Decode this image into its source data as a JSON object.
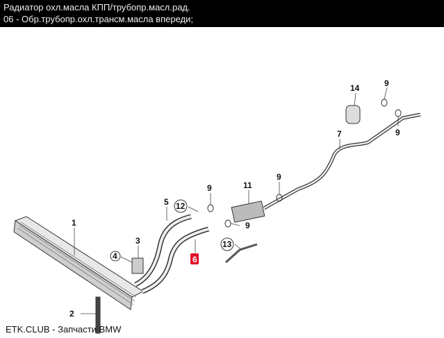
{
  "header": {
    "title": "Радиатор охл.масла КПП/трубопр.масл.рад.",
    "subtitle": "06 - Обр.трубопр.охл.трансм.масла впереди;"
  },
  "footer": {
    "text": "ETK.CLUB - Запчасти BMW"
  },
  "callouts": [
    {
      "id": "c1",
      "text": "1",
      "style": "plain"
    },
    {
      "id": "c2",
      "text": "2",
      "style": "plain"
    },
    {
      "id": "c3",
      "text": "3",
      "style": "plain"
    },
    {
      "id": "c4",
      "text": "4",
      "style": "circle"
    },
    {
      "id": "c5",
      "text": "5",
      "style": "plain"
    },
    {
      "id": "c6",
      "text": "6",
      "style": "highlight"
    },
    {
      "id": "c7",
      "text": "7",
      "style": "plain"
    },
    {
      "id": "c9a",
      "text": "9",
      "style": "plain"
    },
    {
      "id": "c9b",
      "text": "9",
      "style": "plain"
    },
    {
      "id": "c9c",
      "text": "9",
      "style": "plain"
    },
    {
      "id": "c9d",
      "text": "9",
      "style": "plain"
    },
    {
      "id": "c9e",
      "text": "9",
      "style": "plain"
    },
    {
      "id": "c11",
      "text": "11",
      "style": "plain"
    },
    {
      "id": "c12",
      "text": "12",
      "style": "circle"
    },
    {
      "id": "c13",
      "text": "13",
      "style": "circle"
    },
    {
      "id": "c14",
      "text": "14",
      "style": "plain"
    }
  ],
  "colors": {
    "highlight": "#e0102a",
    "header_bg": "#000000"
  }
}
